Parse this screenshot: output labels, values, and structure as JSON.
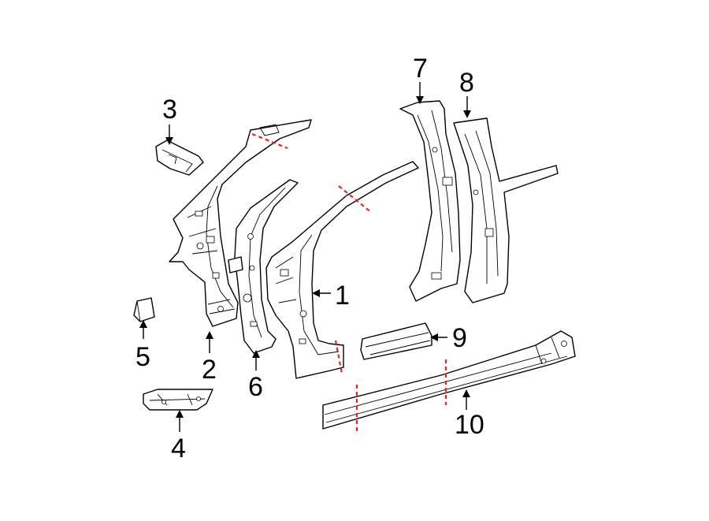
{
  "colors": {
    "line": "#000000",
    "cut_line": "#e8262a",
    "background": "#ffffff"
  },
  "callouts": [
    {
      "id": "1",
      "label": "1"
    },
    {
      "id": "2",
      "label": "2"
    },
    {
      "id": "3",
      "label": "3"
    },
    {
      "id": "4",
      "label": "4"
    },
    {
      "id": "5",
      "label": "5"
    },
    {
      "id": "6",
      "label": "6"
    },
    {
      "id": "7",
      "label": "7"
    },
    {
      "id": "8",
      "label": "8"
    },
    {
      "id": "9",
      "label": "9"
    },
    {
      "id": "10",
      "label": "10"
    }
  ]
}
